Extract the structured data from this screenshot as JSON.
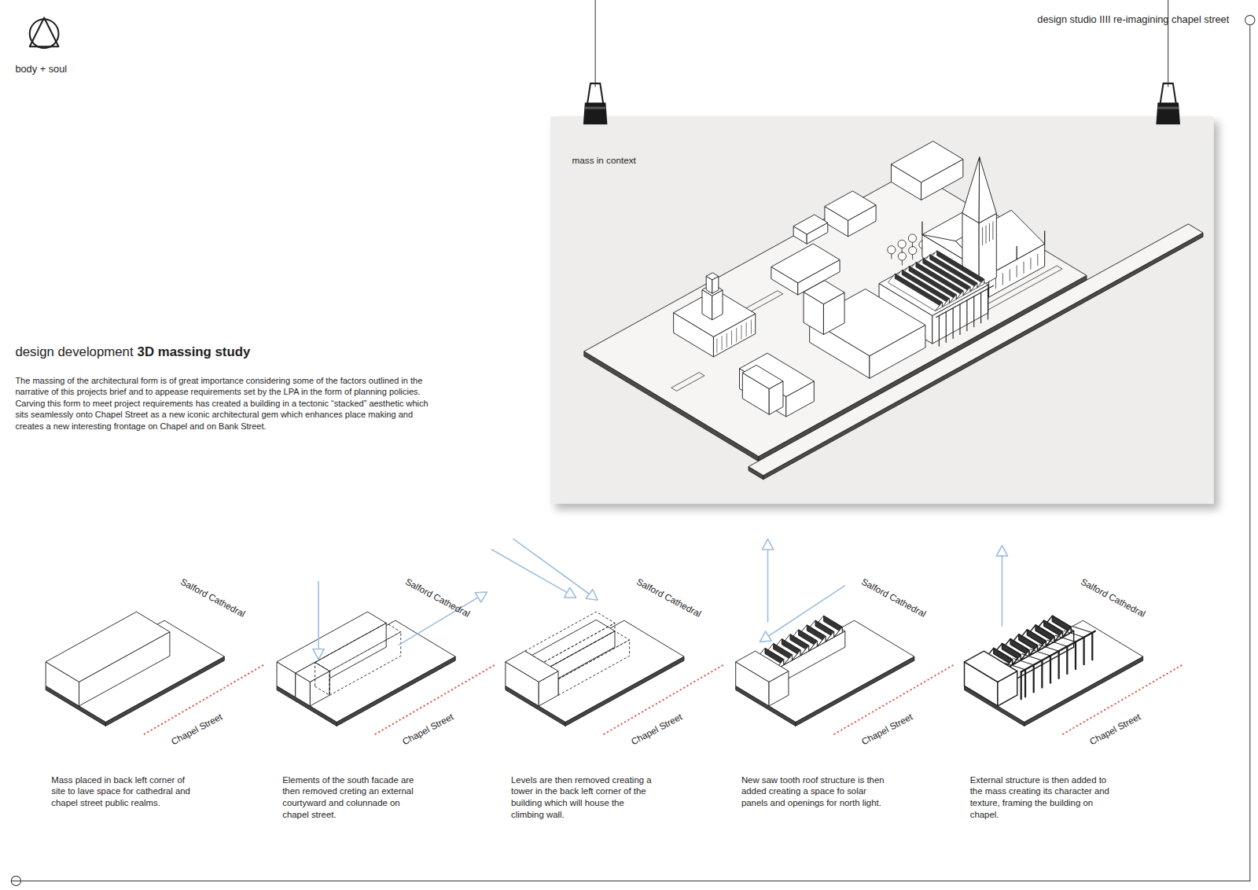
{
  "diagram": {
    "title": "design development",
    "nodes": [
      {
        "text": [
          "mass in context"
        ]
      }
    ],
    "labels": [
      "body + soul",
      "design studio IIII re-imagining chapel street",
      "3D massing study",
      "The massing of the architectural form is of great importance considering some of the factors outlined in the narrative of this projects brief and to appease requirements set by the LPA in the form of planning policies. Carving this form to meet project requirements has created a building in a tectonic “stacked” aesthetic which sits seamlessly onto Chapel Street as a new iconic architectural gem which enhances place making and creates a new interesting frontage on Chapel and on Bank Street.",
      "Salford Cathedral",
      "Chapel Street",
      "Mass placed in back left corner of site to lave space for cathedral and chapel street public realms.",
      "Salford Cathedral",
      "Chapel Street",
      "Elements of the south facade are then removed creting an external courtyward and colunnade on chapel street.",
      "Salford Cathedral",
      "Chapel Street",
      "Levels are then removed creating a tower in the back left corner of the building which will house the climbing wall.",
      "Salford Cathedral",
      "Chapel Street",
      "New saw tooth roof structure is then added creating a space fo solar panels and openings for north light.",
      "Salford Cathedral",
      "Chapel Street",
      "External structure is then added to the mass creating its character and texture, framing the building on chapel."
    ]
  }
}
